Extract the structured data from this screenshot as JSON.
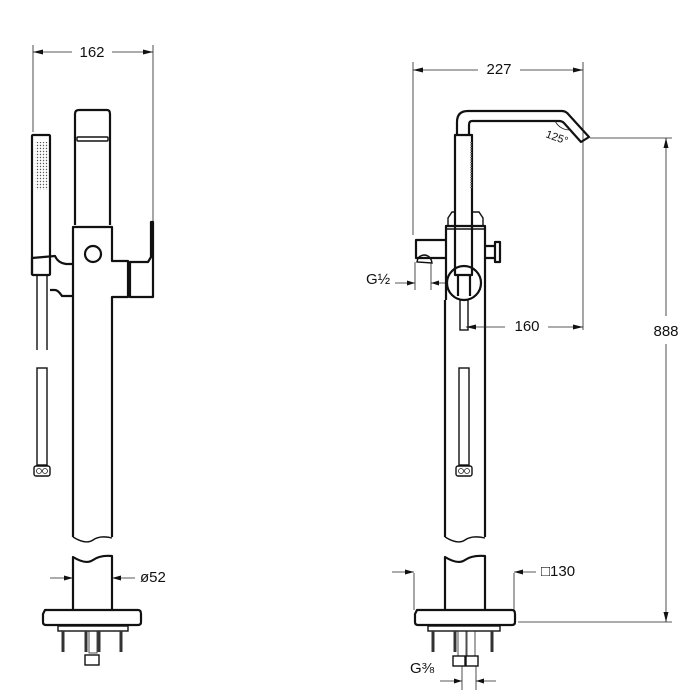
{
  "drawing": {
    "line_color": "#111111",
    "background": "#ffffff",
    "side_view": {
      "width_dimension": "162",
      "diameter_dimension": "ø52"
    },
    "front_view": {
      "width_dimension": "227",
      "spout_angle": "125°",
      "inlet_thread": "G½",
      "spout_reach": "160",
      "height_dimension": "888",
      "base_dimension": "□130",
      "supply_thread": "G⅜"
    }
  }
}
